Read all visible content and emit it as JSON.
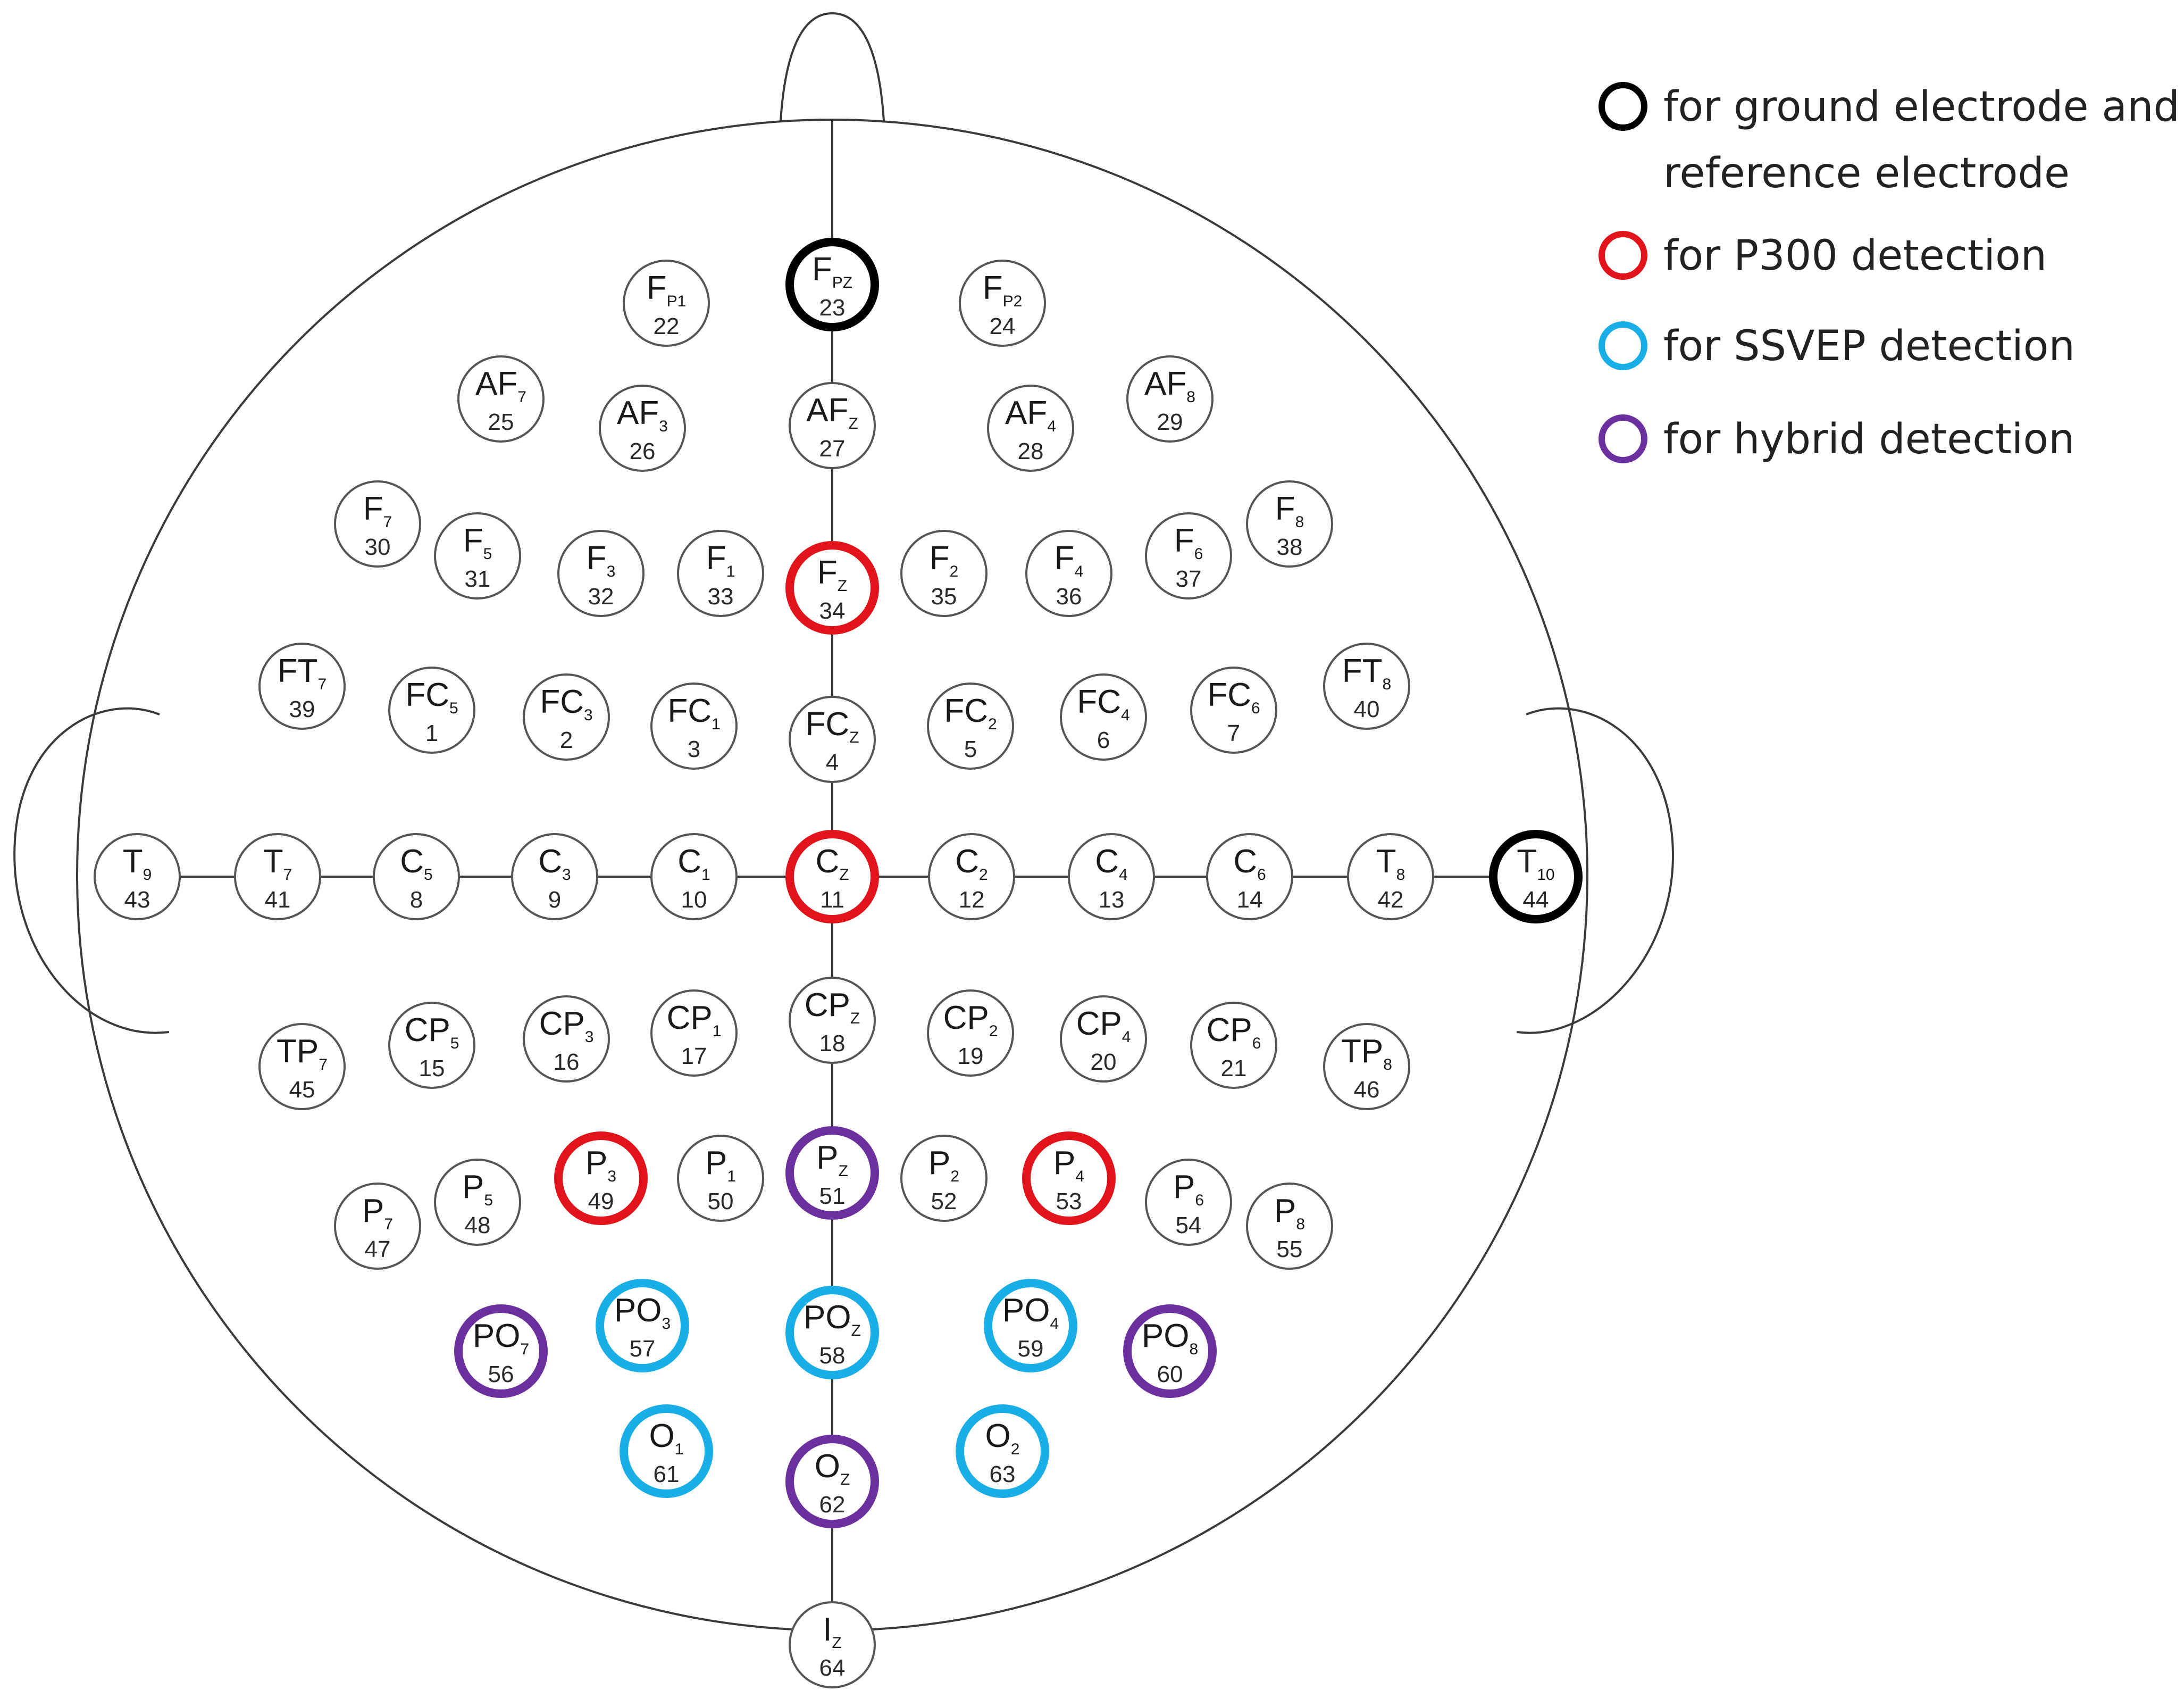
{
  "colors": {
    "plain": "#555555",
    "ground_reference": "#000000",
    "p300": "#e0141a",
    "ssvep": "#1aaee6",
    "hybrid": "#6b2f9e"
  },
  "legend": [
    {
      "category": "ground_reference",
      "lines": [
        "for ground electrode and",
        "reference electrode"
      ]
    },
    {
      "category": "p300",
      "lines": [
        "for P300 detection"
      ]
    },
    {
      "category": "ssvep",
      "lines": [
        "for SSVEP detection"
      ]
    },
    {
      "category": "hybrid",
      "lines": [
        "for hybrid detection"
      ]
    }
  ],
  "electrodes": [
    {
      "id": "Fpz",
      "main": "F",
      "sub": "PZ",
      "number": "23",
      "category": "ground_reference"
    },
    {
      "id": "Fp1",
      "main": "F",
      "sub": "P1",
      "number": "22",
      "category": "plain"
    },
    {
      "id": "Fp2",
      "main": "F",
      "sub": "P2",
      "number": "24",
      "category": "plain"
    },
    {
      "id": "AF7",
      "main": "AF",
      "sub": "7",
      "number": "25",
      "category": "plain"
    },
    {
      "id": "AF3",
      "main": "AF",
      "sub": "3",
      "number": "26",
      "category": "plain"
    },
    {
      "id": "AFz",
      "main": "AF",
      "sub": "Z",
      "number": "27",
      "category": "plain"
    },
    {
      "id": "AF4",
      "main": "AF",
      "sub": "4",
      "number": "28",
      "category": "plain"
    },
    {
      "id": "AF8",
      "main": "AF",
      "sub": "8",
      "number": "29",
      "category": "plain"
    },
    {
      "id": "F7",
      "main": "F",
      "sub": "7",
      "number": "30",
      "category": "plain"
    },
    {
      "id": "F5",
      "main": "F",
      "sub": "5",
      "number": "31",
      "category": "plain"
    },
    {
      "id": "F3",
      "main": "F",
      "sub": "3",
      "number": "32",
      "category": "plain"
    },
    {
      "id": "F1",
      "main": "F",
      "sub": "1",
      "number": "33",
      "category": "plain"
    },
    {
      "id": "Fz",
      "main": "F",
      "sub": "Z",
      "number": "34",
      "category": "p300"
    },
    {
      "id": "F2",
      "main": "F",
      "sub": "2",
      "number": "35",
      "category": "plain"
    },
    {
      "id": "F4",
      "main": "F",
      "sub": "4",
      "number": "36",
      "category": "plain"
    },
    {
      "id": "F6",
      "main": "F",
      "sub": "6",
      "number": "37",
      "category": "plain"
    },
    {
      "id": "F8",
      "main": "F",
      "sub": "8",
      "number": "38",
      "category": "plain"
    },
    {
      "id": "FT7",
      "main": "FT",
      "sub": "7",
      "number": "39",
      "category": "plain"
    },
    {
      "id": "FC5",
      "main": "FC",
      "sub": "5",
      "number": "1",
      "category": "plain"
    },
    {
      "id": "FC3",
      "main": "FC",
      "sub": "3",
      "number": "2",
      "category": "plain"
    },
    {
      "id": "FC1",
      "main": "FC",
      "sub": "1",
      "number": "3",
      "category": "plain"
    },
    {
      "id": "FCz",
      "main": "FC",
      "sub": "Z",
      "number": "4",
      "category": "plain"
    },
    {
      "id": "FC2",
      "main": "FC",
      "sub": "2",
      "number": "5",
      "category": "plain"
    },
    {
      "id": "FC4",
      "main": "FC",
      "sub": "4",
      "number": "6",
      "category": "plain"
    },
    {
      "id": "FC6",
      "main": "FC",
      "sub": "6",
      "number": "7",
      "category": "plain"
    },
    {
      "id": "FT8",
      "main": "FT",
      "sub": "8",
      "number": "40",
      "category": "plain"
    },
    {
      "id": "T9",
      "main": "T",
      "sub": "9",
      "number": "43",
      "category": "plain"
    },
    {
      "id": "T7",
      "main": "T",
      "sub": "7",
      "number": "41",
      "category": "plain"
    },
    {
      "id": "C5",
      "main": "C",
      "sub": "5",
      "number": "8",
      "category": "plain"
    },
    {
      "id": "C3",
      "main": "C",
      "sub": "3",
      "number": "9",
      "category": "plain"
    },
    {
      "id": "C1",
      "main": "C",
      "sub": "1",
      "number": "10",
      "category": "plain"
    },
    {
      "id": "Cz",
      "main": "C",
      "sub": "Z",
      "number": "11",
      "category": "p300"
    },
    {
      "id": "C2",
      "main": "C",
      "sub": "2",
      "number": "12",
      "category": "plain"
    },
    {
      "id": "C4",
      "main": "C",
      "sub": "4",
      "number": "13",
      "category": "plain"
    },
    {
      "id": "C6",
      "main": "C",
      "sub": "6",
      "number": "14",
      "category": "plain"
    },
    {
      "id": "T8",
      "main": "T",
      "sub": "8",
      "number": "42",
      "category": "plain"
    },
    {
      "id": "T10",
      "main": "T",
      "sub": "10",
      "number": "44",
      "category": "ground_reference"
    },
    {
      "id": "TP7",
      "main": "TP",
      "sub": "7",
      "number": "45",
      "category": "plain"
    },
    {
      "id": "CP5",
      "main": "CP",
      "sub": "5",
      "number": "15",
      "category": "plain"
    },
    {
      "id": "CP3",
      "main": "CP",
      "sub": "3",
      "number": "16",
      "category": "plain"
    },
    {
      "id": "CP1",
      "main": "CP",
      "sub": "1",
      "number": "17",
      "category": "plain"
    },
    {
      "id": "CPz",
      "main": "CP",
      "sub": "Z",
      "number": "18",
      "category": "plain"
    },
    {
      "id": "CP2",
      "main": "CP",
      "sub": "2",
      "number": "19",
      "category": "plain"
    },
    {
      "id": "CP4",
      "main": "CP",
      "sub": "4",
      "number": "20",
      "category": "plain"
    },
    {
      "id": "CP6",
      "main": "CP",
      "sub": "6",
      "number": "21",
      "category": "plain"
    },
    {
      "id": "TP8",
      "main": "TP",
      "sub": "8",
      "number": "46",
      "category": "plain"
    },
    {
      "id": "P7",
      "main": "P",
      "sub": "7",
      "number": "47",
      "category": "plain"
    },
    {
      "id": "P5",
      "main": "P",
      "sub": "5",
      "number": "48",
      "category": "plain"
    },
    {
      "id": "P3",
      "main": "P",
      "sub": "3",
      "number": "49",
      "category": "p300"
    },
    {
      "id": "P1",
      "main": "P",
      "sub": "1",
      "number": "50",
      "category": "plain"
    },
    {
      "id": "Pz",
      "main": "P",
      "sub": "Z",
      "number": "51",
      "category": "hybrid"
    },
    {
      "id": "P2",
      "main": "P",
      "sub": "2",
      "number": "52",
      "category": "plain"
    },
    {
      "id": "P4",
      "main": "P",
      "sub": "4",
      "number": "53",
      "category": "p300"
    },
    {
      "id": "P6",
      "main": "P",
      "sub": "6",
      "number": "54",
      "category": "plain"
    },
    {
      "id": "P8",
      "main": "P",
      "sub": "8",
      "number": "55",
      "category": "plain"
    },
    {
      "id": "PO7",
      "main": "PO",
      "sub": "7",
      "number": "56",
      "category": "hybrid"
    },
    {
      "id": "PO3",
      "main": "PO",
      "sub": "3",
      "number": "57",
      "category": "ssvep"
    },
    {
      "id": "POz",
      "main": "PO",
      "sub": "Z",
      "number": "58",
      "category": "ssvep"
    },
    {
      "id": "PO4",
      "main": "PO",
      "sub": "4",
      "number": "59",
      "category": "ssvep"
    },
    {
      "id": "PO8",
      "main": "PO",
      "sub": "8",
      "number": "60",
      "category": "hybrid"
    },
    {
      "id": "O1",
      "main": "O",
      "sub": "1",
      "number": "61",
      "category": "ssvep"
    },
    {
      "id": "Oz",
      "main": "O",
      "sub": "Z",
      "number": "62",
      "category": "hybrid"
    },
    {
      "id": "O2",
      "main": "O",
      "sub": "2",
      "number": "63",
      "category": "ssvep"
    },
    {
      "id": "Iz",
      "main": "I",
      "sub": "Z",
      "number": "64",
      "category": "plain"
    }
  ]
}
